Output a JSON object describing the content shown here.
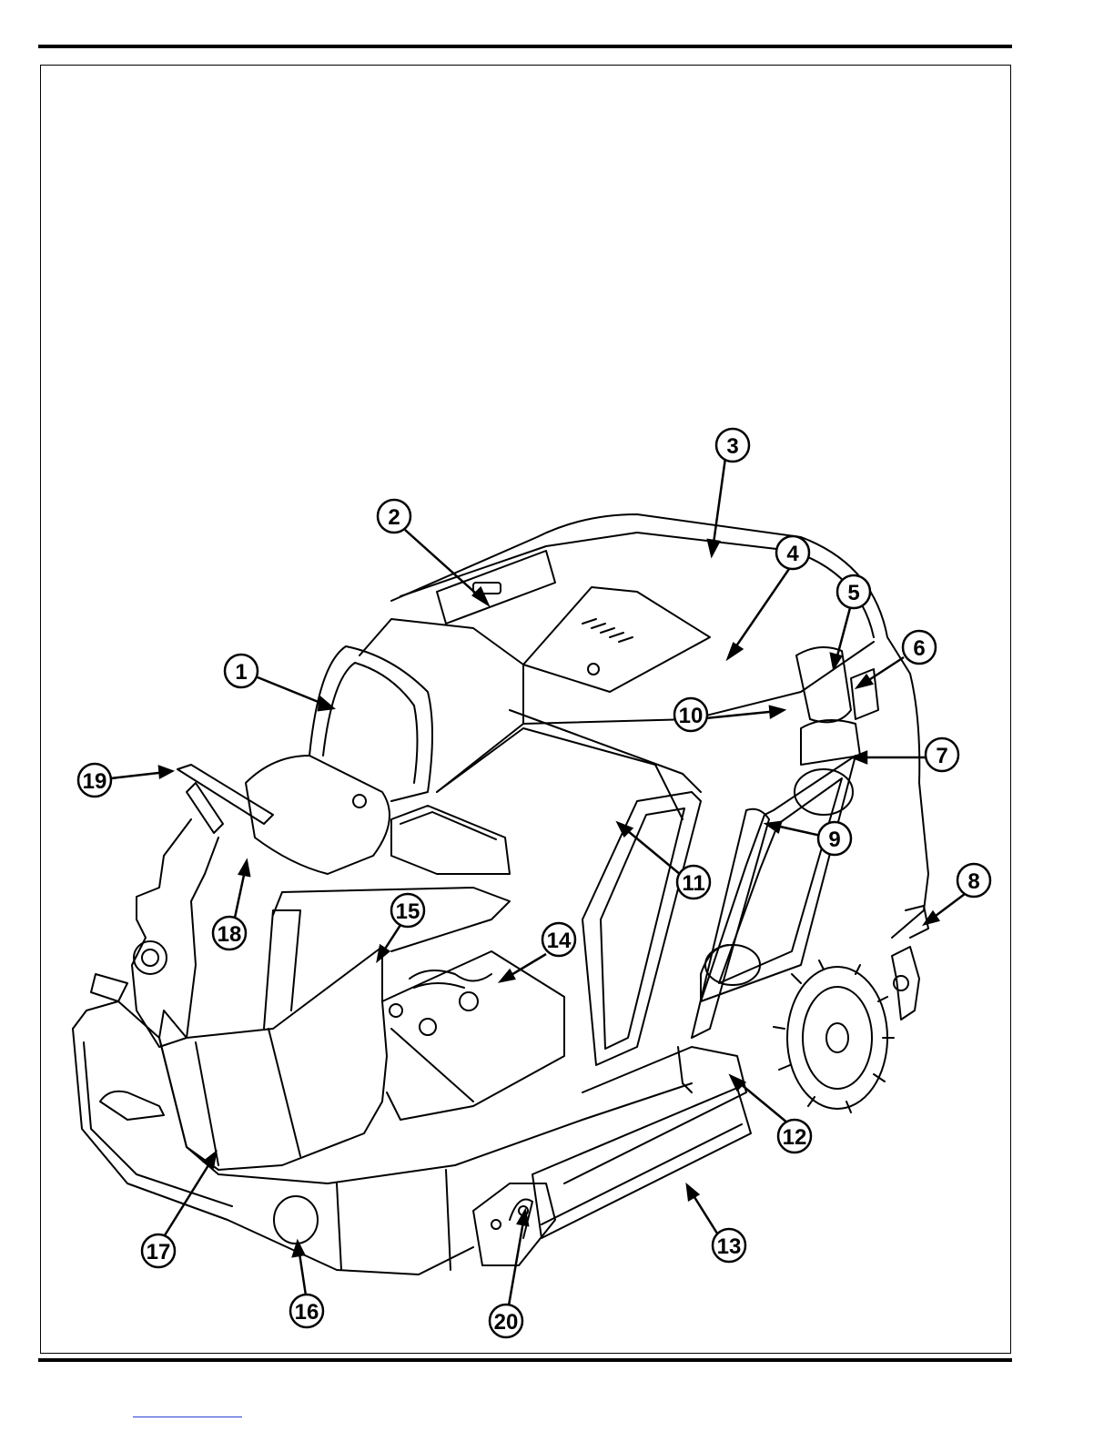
{
  "figure": {
    "title": "",
    "callouts": [
      {
        "id": "callout-1",
        "label": "1"
      },
      {
        "id": "callout-2",
        "label": "2"
      },
      {
        "id": "callout-3",
        "label": "3"
      },
      {
        "id": "callout-4",
        "label": "4"
      },
      {
        "id": "callout-5",
        "label": "5"
      },
      {
        "id": "callout-6",
        "label": "6"
      },
      {
        "id": "callout-7",
        "label": "7"
      },
      {
        "id": "callout-8",
        "label": "8"
      },
      {
        "id": "callout-9",
        "label": "9"
      },
      {
        "id": "callout-10",
        "label": "10"
      },
      {
        "id": "callout-11",
        "label": "11"
      },
      {
        "id": "callout-12",
        "label": "12"
      },
      {
        "id": "callout-13",
        "label": "13"
      },
      {
        "id": "callout-14",
        "label": "14"
      },
      {
        "id": "callout-15",
        "label": "15"
      },
      {
        "id": "callout-16",
        "label": "16"
      },
      {
        "id": "callout-17",
        "label": "17"
      },
      {
        "id": "callout-18",
        "label": "18"
      },
      {
        "id": "callout-19",
        "label": "19"
      },
      {
        "id": "callout-20",
        "label": "20"
      }
    ]
  },
  "colors": {
    "ink": "#000000",
    "link": "#2a3fd0"
  }
}
